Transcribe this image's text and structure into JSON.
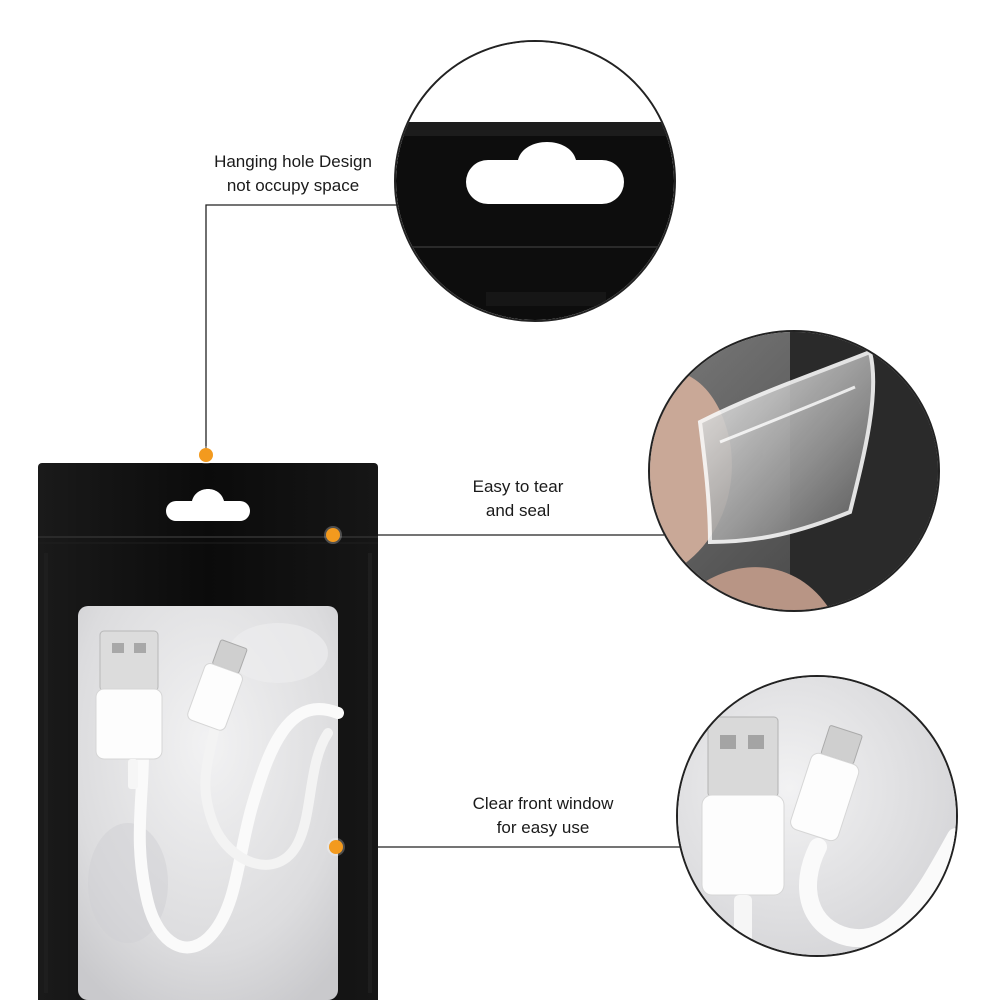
{
  "features": [
    {
      "lines": [
        "Hanging hole Design",
        "not occupy space"
      ]
    },
    {
      "lines": [
        "Easy to tear",
        "and seal"
      ]
    },
    {
      "lines": [
        "Clear front window",
        "for easy use"
      ]
    }
  ],
  "colors": {
    "accent_dot": "#f39a1e",
    "bag_black": "#0b0b0b",
    "window_frost": "#e7e7e9",
    "cable_white": "#fbfbfb",
    "leader_line": "#222222"
  },
  "icons": {
    "hanging_hole": "hanging-hole-icon",
    "zip_seal": "zip-seal-icon",
    "window": "clear-window-icon"
  }
}
